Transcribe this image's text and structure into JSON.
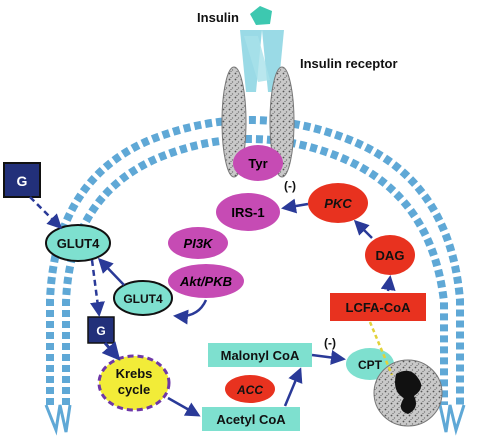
{
  "labels": {
    "insulin": "Insulin",
    "insulin_receptor": "Insulin receptor",
    "tyr": "Tyr",
    "irs1": "IRS-1",
    "pi3k": "PI3K",
    "akt_pkb": "Akt/PKB",
    "glut4_membrane": "GLUT4",
    "glut4_vesicle": "GLUT4",
    "glucose_outside": "G",
    "glucose_inside": "G",
    "krebs_line1": "Krebs",
    "krebs_line2": "cycle",
    "acc": "ACC",
    "acetyl_coa": "Acetyl CoA",
    "malonyl_coa": "Malonyl CoA",
    "inhibit_cpt": "(-)",
    "cpt": "CPT",
    "lcfa_coa": "LCFA-CoA",
    "dag": "DAG",
    "pkc": "PKC",
    "inhibit_irs1": "(-)"
  },
  "colors": {
    "membrane": "#5fa8d6",
    "magenta_node": "#c64bb4",
    "red_node": "#e8321f",
    "teal_node": "#7ee0cf",
    "krebs_fill": "#f2ec38",
    "krebs_border": "#6e38a8",
    "glucose_box": "#22307a",
    "arrow": "#2a3a98",
    "receptor_teal": "#8fd6e3"
  }
}
